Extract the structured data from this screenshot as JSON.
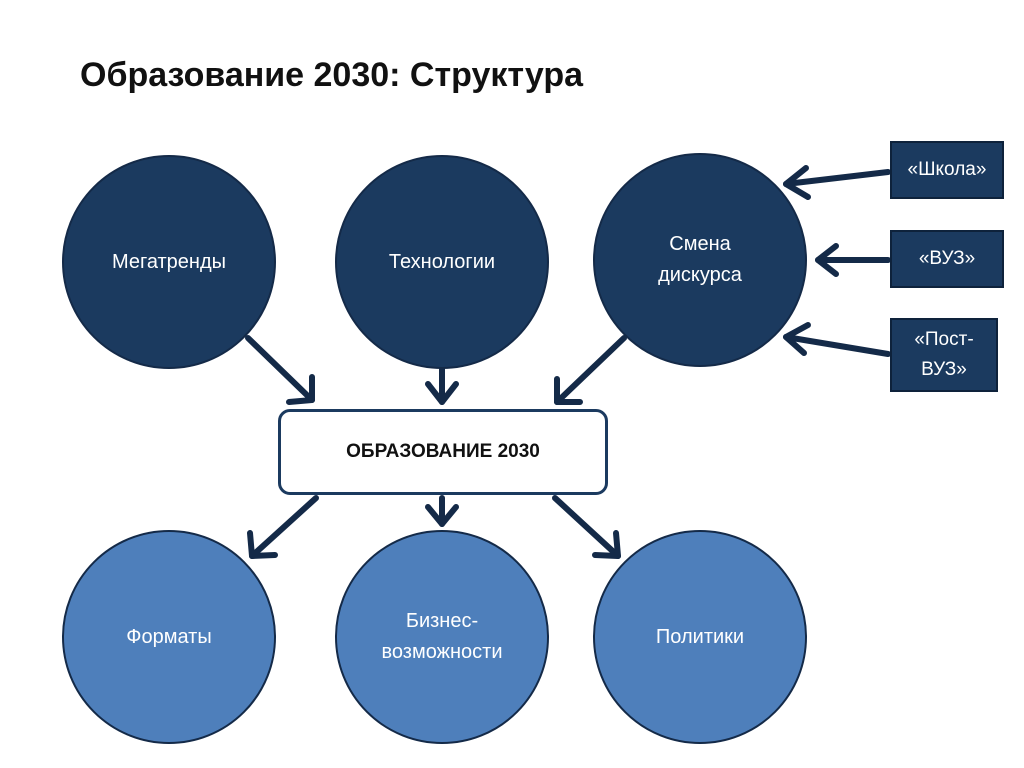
{
  "title": "Образование 2030: Структура",
  "top_nodes": {
    "megatrends": "Мегатренды",
    "technologies": "Технологии",
    "discourse": "Смена\nдискурса"
  },
  "center": "ОБРАЗОВАНИЕ 2030",
  "bottom_nodes": {
    "formats": "Форматы",
    "business": "Бизнес-\nвозможности",
    "policies": "Политики"
  },
  "side_tags": {
    "school": "«Школа»",
    "university": "«ВУЗ»",
    "post_university": "«Пост-\nВУЗ»"
  },
  "colors": {
    "dark_node": "#1b3a5f",
    "light_node": "#4e7fbb",
    "arrow": "#142a48"
  }
}
